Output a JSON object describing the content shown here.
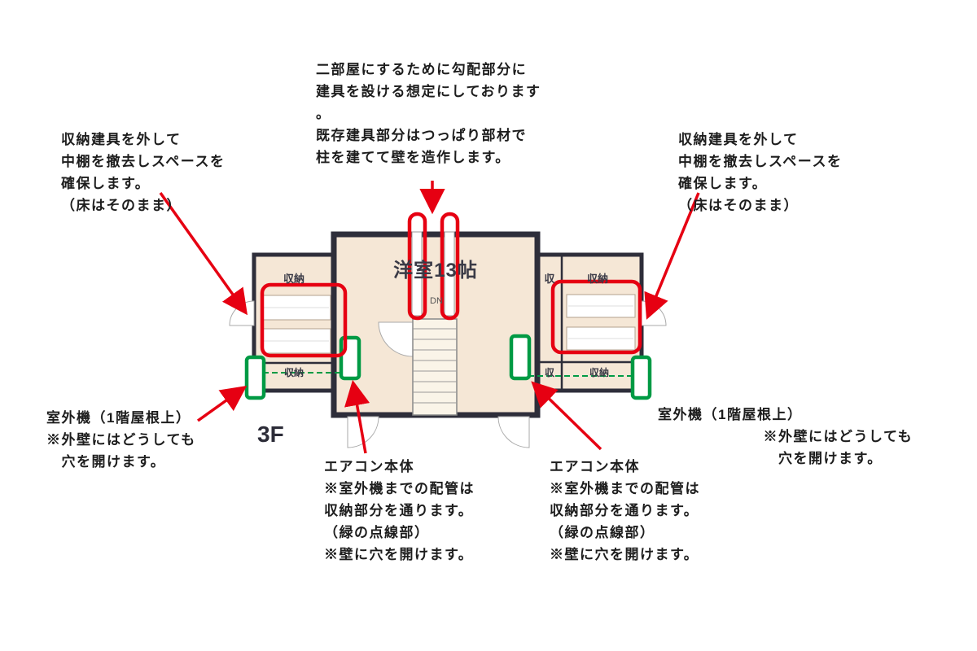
{
  "colors": {
    "highlight_red": "#e60012",
    "highlight_green": "#009a44",
    "wall_dark": "#2e2e3a",
    "floor_beige": "#f5e7d6"
  },
  "floor_label": "3F",
  "plan": {
    "main_room": "洋室13帖",
    "stairs_label": "DN",
    "left_closet_top": "収納",
    "left_closet_bottom": "収納",
    "right_closet_col": "収",
    "right_closet_top": "収納",
    "right_closet_bottom_col": "収",
    "right_closet_bottom": "収納"
  },
  "annotations": {
    "top_center": "二部屋にするために勾配部分に\n建具を設ける想定にしております\n。\n既存建具部分はつっぱり部材で\n柱を建てて壁を造作します。",
    "top_left": "収納建具を外して\n中棚を撤去しスペースを\n確保します。\n（床はそのまま）",
    "top_right": "収納建具を外して\n中棚を撤去しスペースを\n確保します。\n（床はそのまま）",
    "bottom_left": "室外機（1階屋根上）\n※外壁にはどうしても\n　穴を開けます。",
    "bottom_right": "室外機（1階屋根上）\n　　　　　　　※外壁にはどうしても\n　　　　　　　　穴を開けます。",
    "aircon_left": "エアコン本体\n※室外機までの配管は\n収納部分を通ります。\n（緑の点線部）\n※壁に穴を開けます。",
    "aircon_right": "エアコン本体\n※室外機までの配管は\n収納部分を通ります。\n（緑の点線部）\n※壁に穴を開けます。"
  }
}
